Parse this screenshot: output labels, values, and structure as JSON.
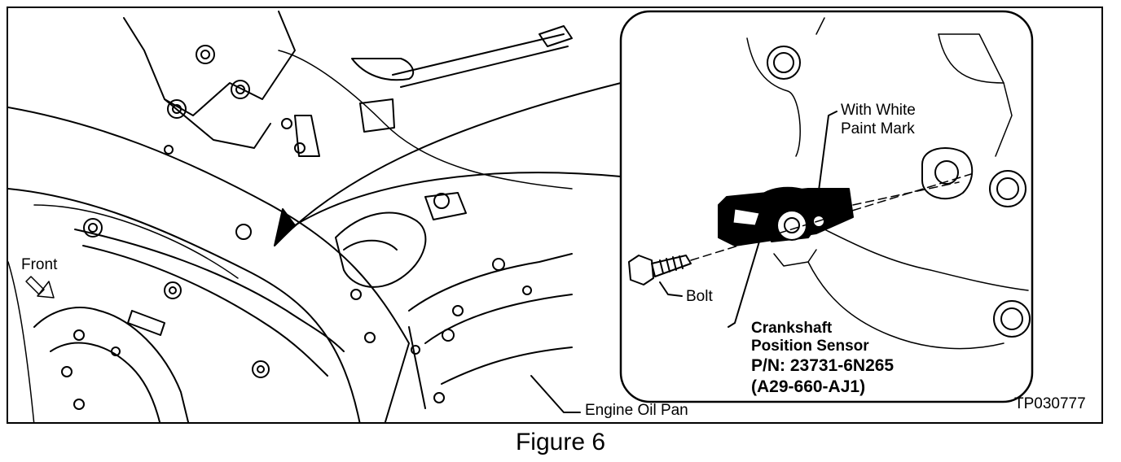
{
  "labels": {
    "front": "Front",
    "engine_oil_pan": "Engine Oil Pan",
    "with_white_paint_mark_line1": "With White",
    "with_white_paint_mark_line2": "Paint Mark",
    "bolt": "Bolt",
    "sensor_line1": "Crankshaft",
    "sensor_line2": "Position Sensor",
    "part_number": "P/N: 23731-6N265",
    "alt_part_number": "(A29-660-AJ1)",
    "figure_id": "TP030777"
  },
  "caption": "Figure 6"
}
